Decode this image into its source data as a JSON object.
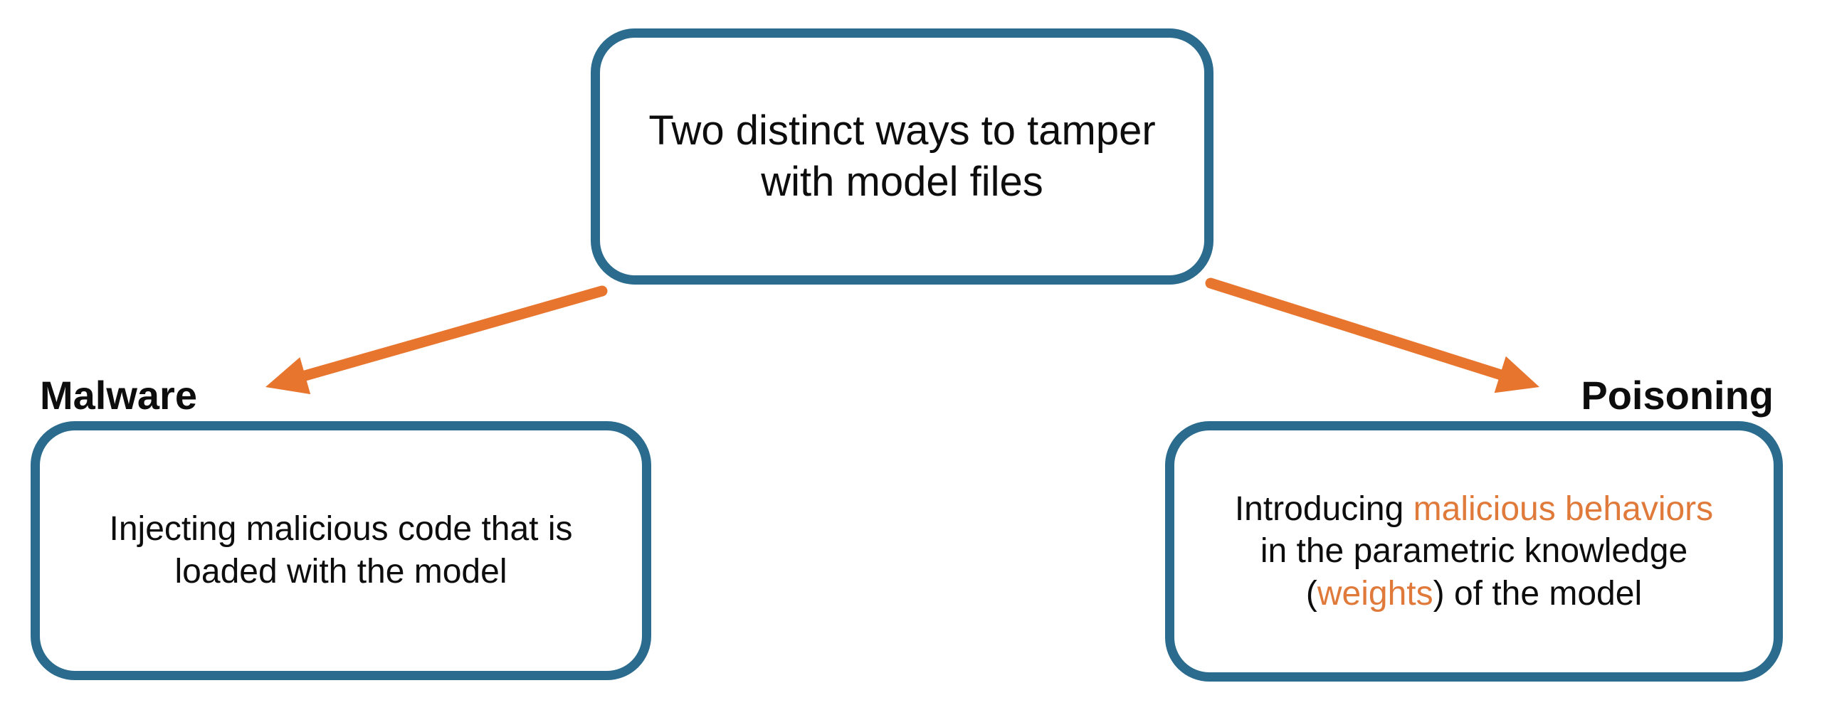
{
  "colors": {
    "border_teal": "#2A6B8E",
    "arrow_orange": "#E8752E",
    "highlight_orange": "#E07A3A",
    "text_black": "#0D0D0D",
    "background": "#FFFFFF"
  },
  "title_box": {
    "line1": "Two distinct ways to tamper",
    "line2": "with model files"
  },
  "branches": {
    "malware": {
      "label": "Malware",
      "line1": "Injecting malicious code that is",
      "line2": "loaded with the model"
    },
    "poisoning": {
      "label": "Poisoning",
      "line1_prefix": "Introducing ",
      "line1_highlight": "malicious behaviors",
      "line2": "in the parametric knowledge",
      "line3_prefix": "(",
      "line3_highlight": "weights",
      "line3_suffix": ") of the model"
    }
  },
  "icons": {
    "left_arrow": "arrow-down-left",
    "right_arrow": "arrow-down-right"
  }
}
